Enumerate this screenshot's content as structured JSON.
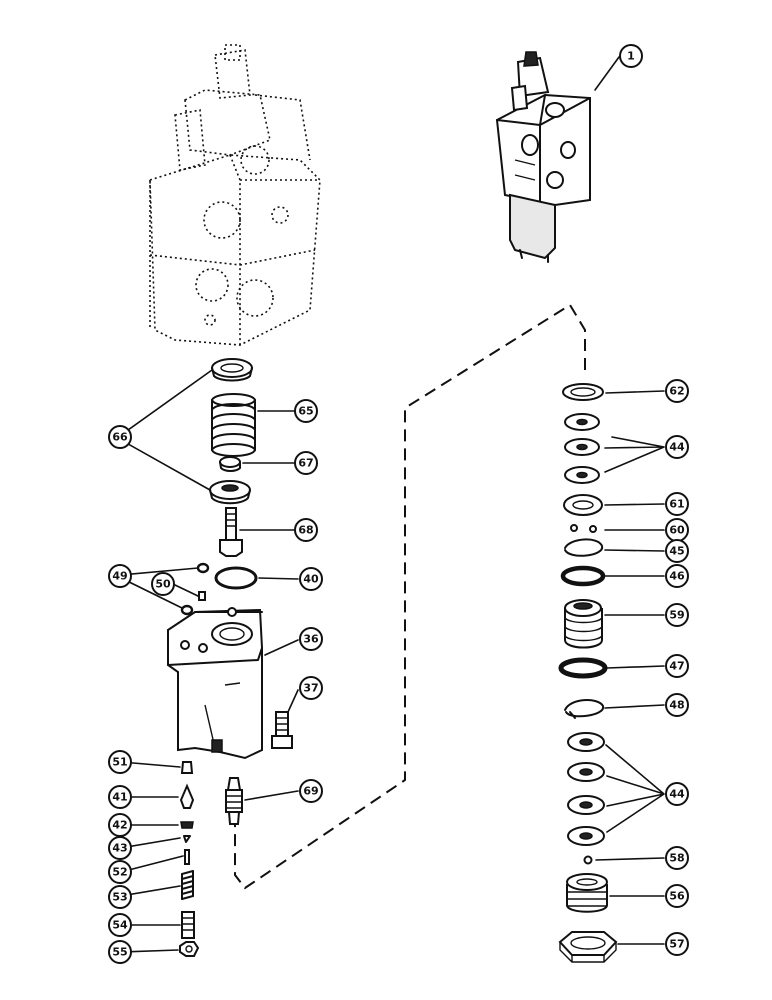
{
  "callouts": {
    "c1": "1",
    "c62": "62",
    "c44a": "44",
    "c61": "61",
    "c60": "60",
    "c45": "45",
    "c46": "46",
    "c59": "59",
    "c47": "47",
    "c48": "48",
    "c44b": "44",
    "c58": "58",
    "c56": "56",
    "c57": "57",
    "c66": "66",
    "c65": "65",
    "c67": "67",
    "c68": "68",
    "c49": "49",
    "c50": "50",
    "c40": "40",
    "c36": "36",
    "c37": "37",
    "c51": "51",
    "c69": "69",
    "c41": "41",
    "c42": "42",
    "c43": "43",
    "c52": "52",
    "c53": "53",
    "c54": "54",
    "c55": "55"
  }
}
